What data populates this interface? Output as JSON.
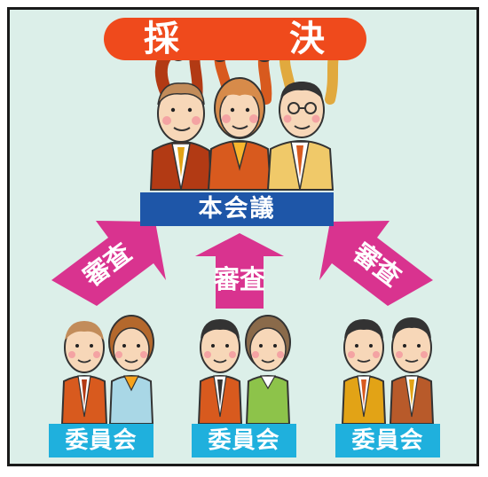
{
  "top_banner": {
    "label": "採　決",
    "color": "#ef4a1c"
  },
  "plenary": {
    "label": "本会議",
    "color": "#1e56a8"
  },
  "arrows": [
    {
      "label": "審査",
      "color": "#d9338f"
    },
    {
      "label": "審査",
      "color": "#d9338f"
    },
    {
      "label": "審査",
      "color": "#d9338f"
    }
  ],
  "committees": [
    {
      "label": "委員会",
      "color": "#1fb0dd"
    },
    {
      "label": "委員会",
      "color": "#1fb0dd"
    },
    {
      "label": "委員会",
      "color": "#1fb0dd"
    }
  ]
}
